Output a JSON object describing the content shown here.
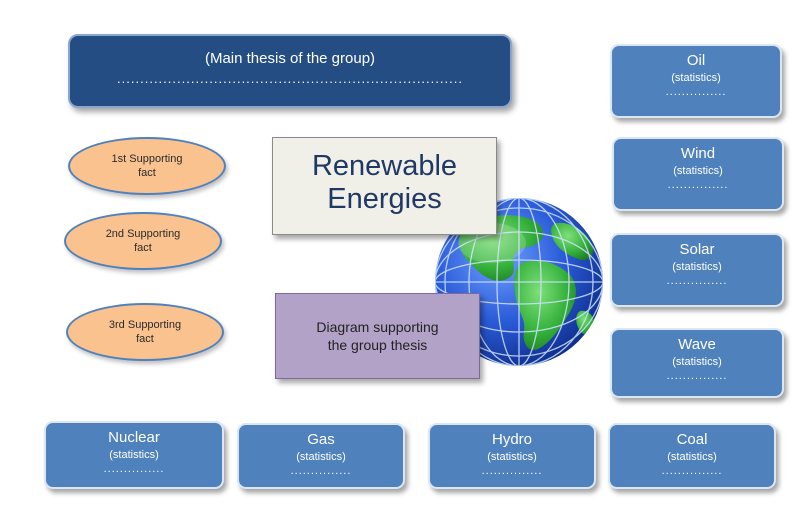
{
  "thesis": {
    "text": "(Main thesis of the group)",
    "dots": "..........................................................................."
  },
  "title": {
    "line1": "Renewable",
    "line2": "Energies"
  },
  "diagram": {
    "line1": "Diagram supporting",
    "line2": "the group thesis"
  },
  "facts": [
    {
      "line1": "1st Supporting",
      "line2": "fact"
    },
    {
      "line1": "2nd Supporting",
      "line2": "fact"
    },
    {
      "line1": "3rd Supporting",
      "line2": "fact"
    }
  ],
  "energies": [
    {
      "name": "Oil",
      "stats": "(statistics)",
      "dots": "..............."
    },
    {
      "name": "Wind",
      "stats": "(statistics)",
      "dots": "..............."
    },
    {
      "name": "Solar",
      "stats": "(statistics)",
      "dots": "..............."
    },
    {
      "name": "Wave",
      "stats": "(statistics)",
      "dots": "..............."
    },
    {
      "name": "Nuclear",
      "stats": "(statistics)",
      "dots": "..............."
    },
    {
      "name": "Gas",
      "stats": "(statistics)",
      "dots": "..............."
    },
    {
      "name": "Hydro",
      "stats": "(statistics)",
      "dots": "..............."
    },
    {
      "name": "Coal",
      "stats": "(statistics)",
      "dots": "..............."
    }
  ],
  "colors": {
    "thesis_fill": "#244d84",
    "stat_fill": "#4f81bd",
    "fact_fill": "#f9c28f",
    "diagram_fill": "#b3a2c7",
    "title_text": "#203864",
    "ocean": "#2a5bd8",
    "land": "#35b13c"
  },
  "icons": {
    "globe": "globe-icon"
  }
}
